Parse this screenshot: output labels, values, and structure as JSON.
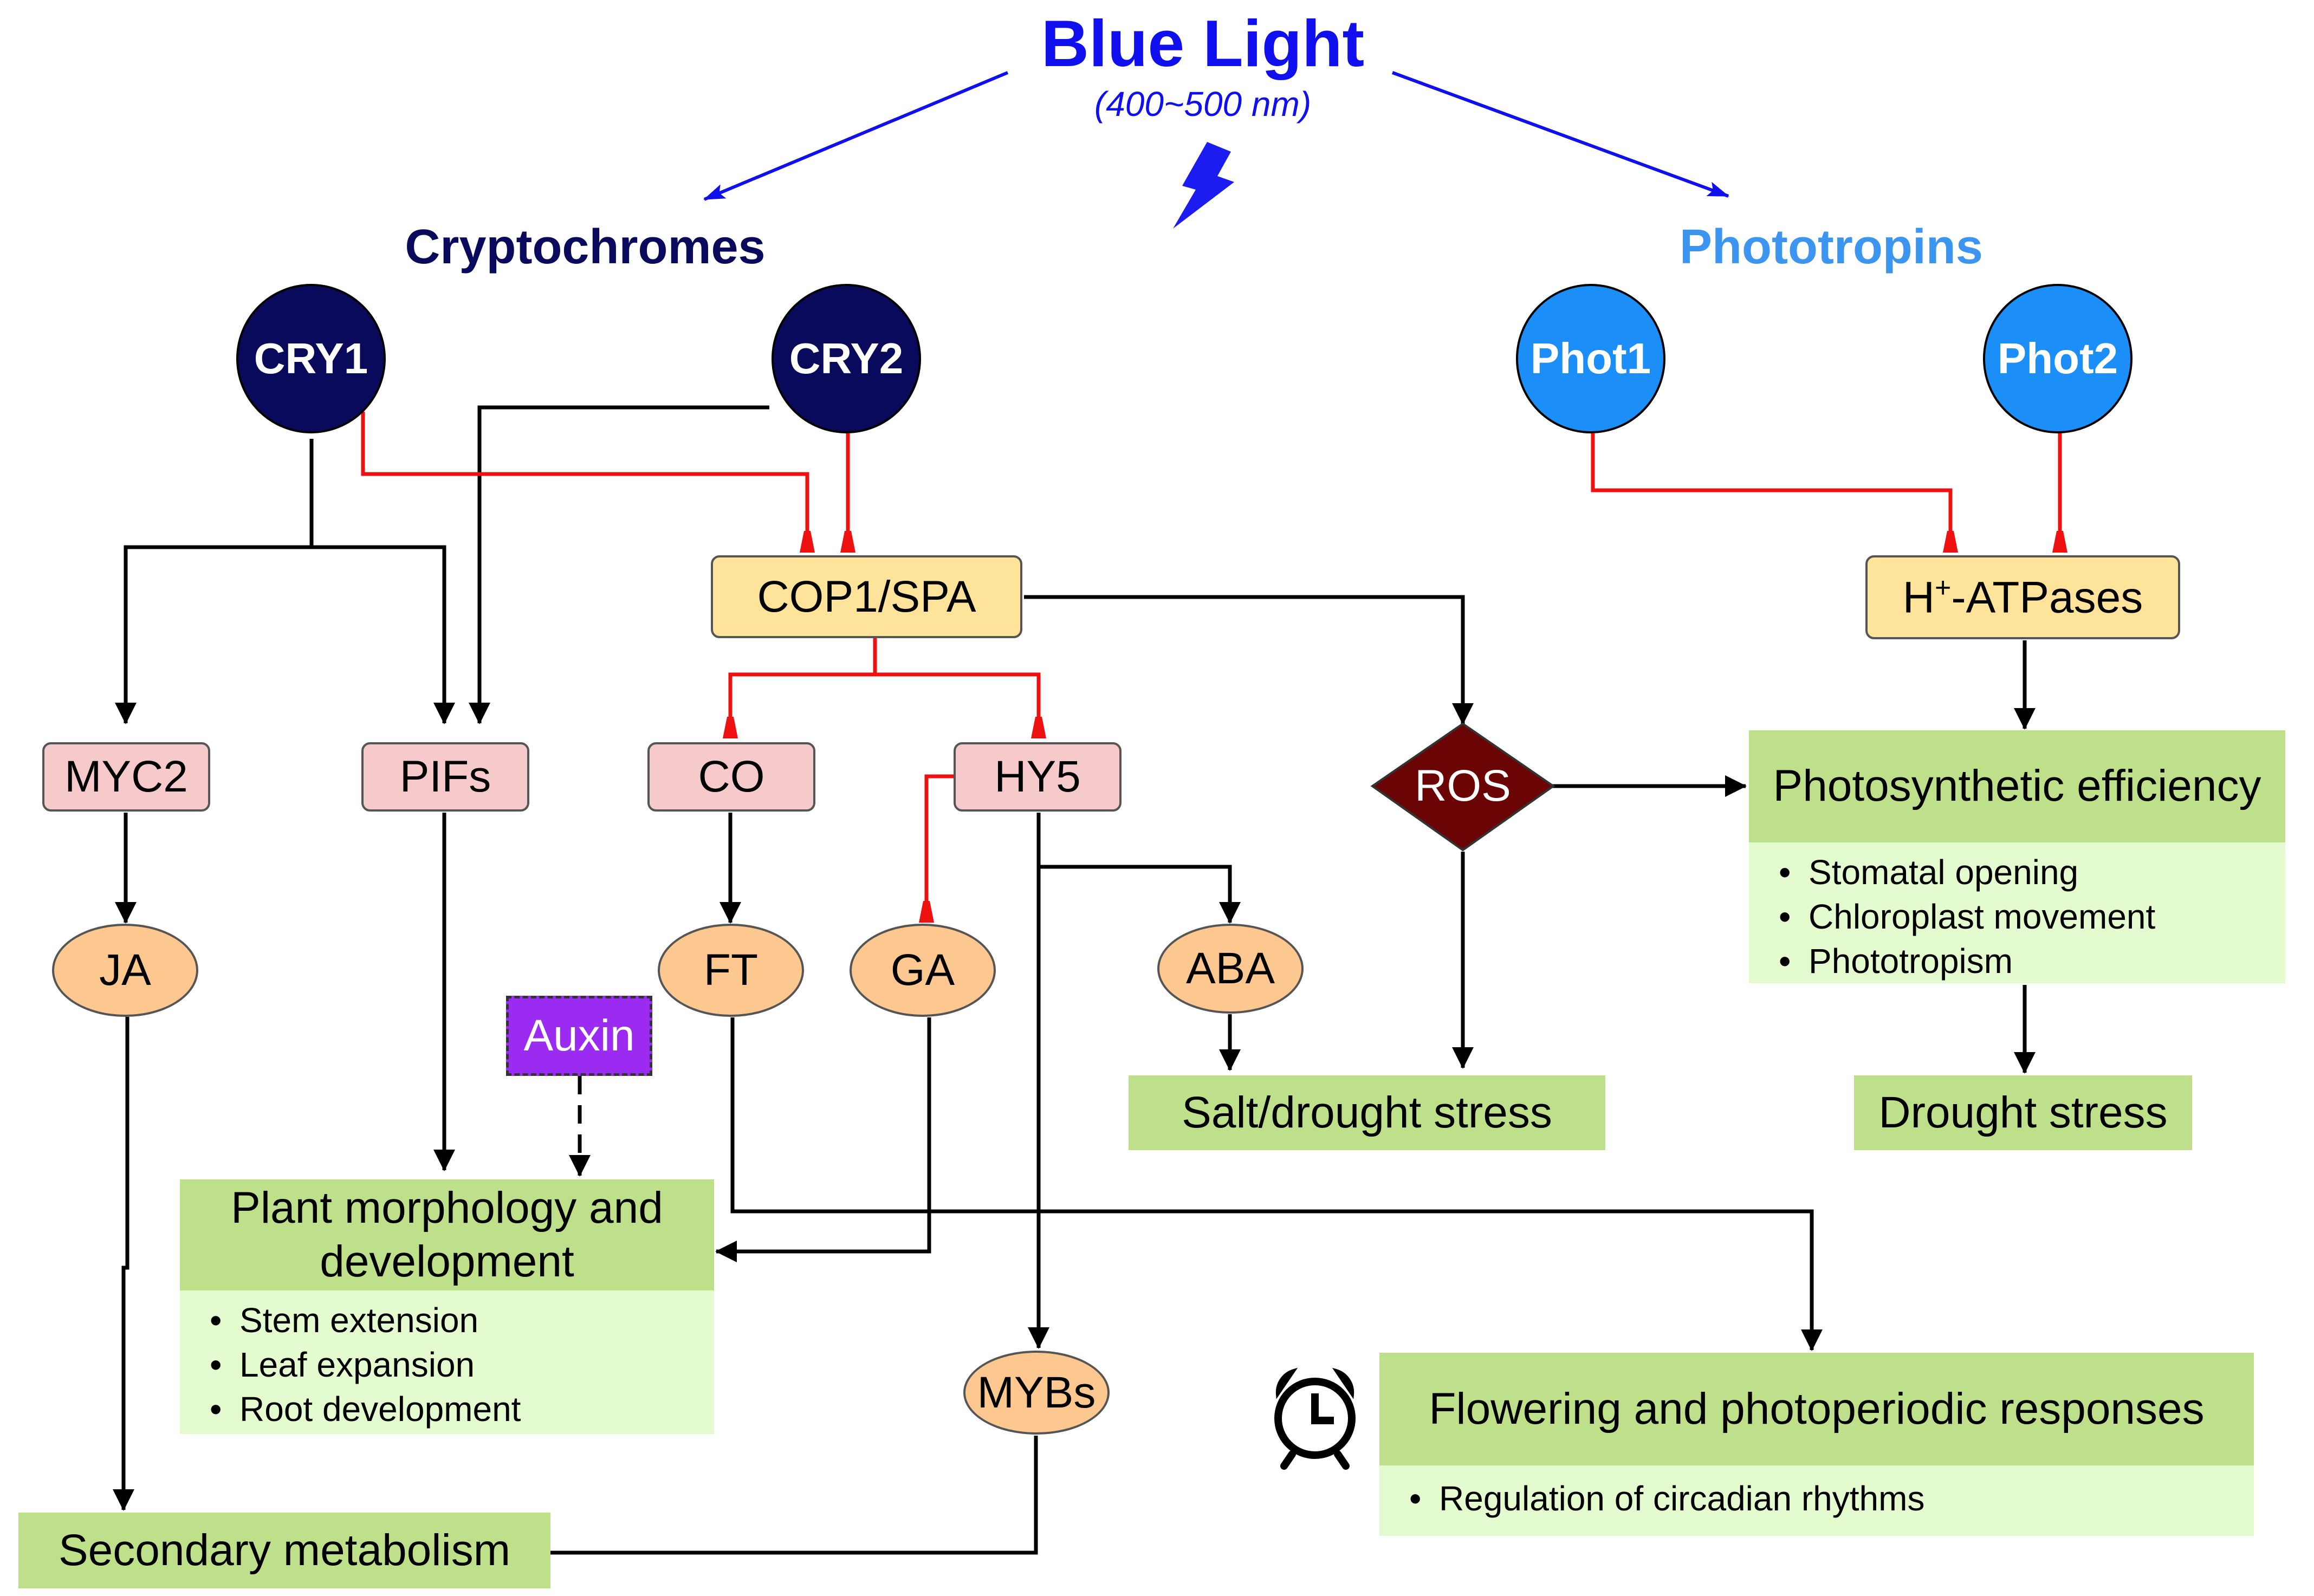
{
  "header": {
    "title": "Blue Light",
    "subtitle": "(400~500 nm)"
  },
  "groups": {
    "cryptochromes": "Cryptochromes",
    "phototropins": "Phototropins"
  },
  "photoreceptors": {
    "cry1": "CRY1",
    "cry2": "CRY2",
    "phot1": "Phot1",
    "phot2": "Phot2"
  },
  "nodes": {
    "cop1_spa": "COP1/SPA",
    "h_atpases_base": "H",
    "h_atpases_sup": "+",
    "h_atpases_rest": "-ATPases",
    "myc2": "MYC2",
    "pifs": "PIFs",
    "co": "CO",
    "hy5": "HY5",
    "ros": "ROS",
    "ja": "JA",
    "ft": "FT",
    "ga": "GA",
    "aba": "ABA",
    "auxin": "Auxin",
    "mybs": "MYBs"
  },
  "outcomes": {
    "photosynthetic": {
      "title": "Photosynthetic efficiency",
      "items": [
        "Stomatal opening",
        "Chloroplast movement",
        "Phototropism"
      ]
    },
    "drought": "Drought stress",
    "salt_drought": "Salt/drought stress",
    "plant_morphology": {
      "title_line1": "Plant morphology and",
      "title_line2": "development",
      "items": [
        "Stem extension",
        "Leaf expansion",
        "Root development"
      ]
    },
    "flowering": {
      "title": "Flowering and photoperiodic responses",
      "items": [
        "Regulation of circadian rhythms"
      ]
    },
    "secondary_metabolism": "Secondary metabolism"
  },
  "icons": {
    "lightning": "lightning-bolt-icon",
    "clock": "alarm-clock-icon"
  },
  "colors": {
    "blue_light": "#1010ee",
    "cryptochromes": "#0a0a5c",
    "phototropins": "#3c96f0",
    "activation": "#000000",
    "inhibition": "#ee1111"
  }
}
